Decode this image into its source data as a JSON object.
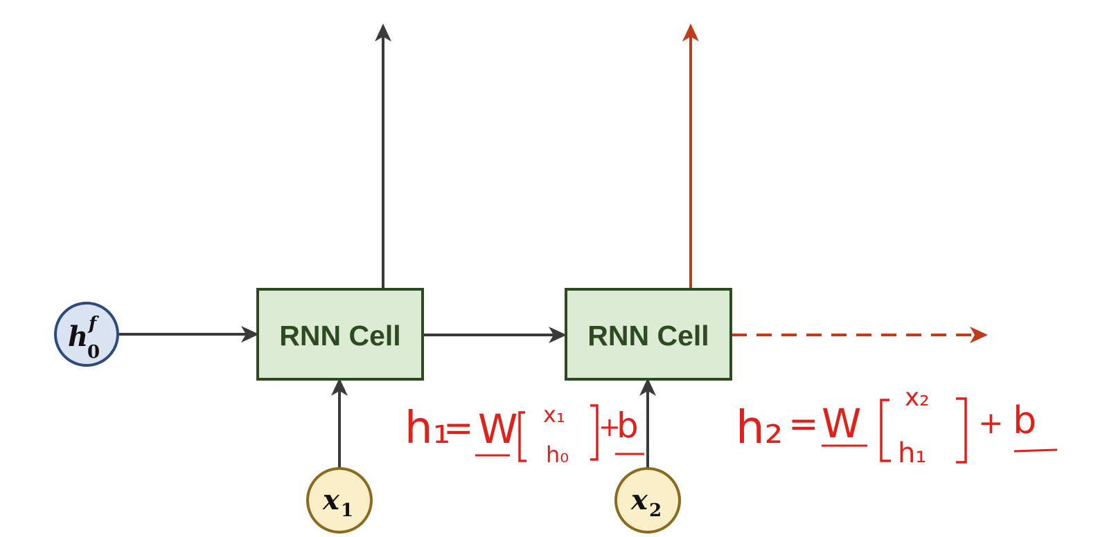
{
  "colors": {
    "arrow_dark": "#3a3a3a",
    "arrow_red": "#c13a1a",
    "cell_fill": "#dcebd3",
    "cell_stroke": "#2e4a22",
    "h0_fill": "#dbe3f3",
    "h0_stroke": "#2c4a7c",
    "x_fill": "#fbefc9",
    "x_stroke": "#8a6a1c",
    "handwriting": "#e0201a"
  },
  "cells": [
    {
      "label": "RNN Cell"
    },
    {
      "label": "RNN Cell"
    }
  ],
  "initial_state": {
    "symbol": "h",
    "superscript": "f",
    "subscript": "0"
  },
  "inputs": [
    {
      "symbol": "x",
      "subscript": "1"
    },
    {
      "symbol": "x",
      "subscript": "2"
    }
  ],
  "annotations": [
    {
      "lhs": "h₁",
      "eq": "=",
      "weight": "W",
      "top": "x₁",
      "bottom": "h₀",
      "plus": "+",
      "bias": "b"
    },
    {
      "lhs": "h₂",
      "eq": "=",
      "weight": "W",
      "top": "x₂",
      "bottom": "h₁",
      "plus": "+",
      "bias": "b"
    }
  ]
}
